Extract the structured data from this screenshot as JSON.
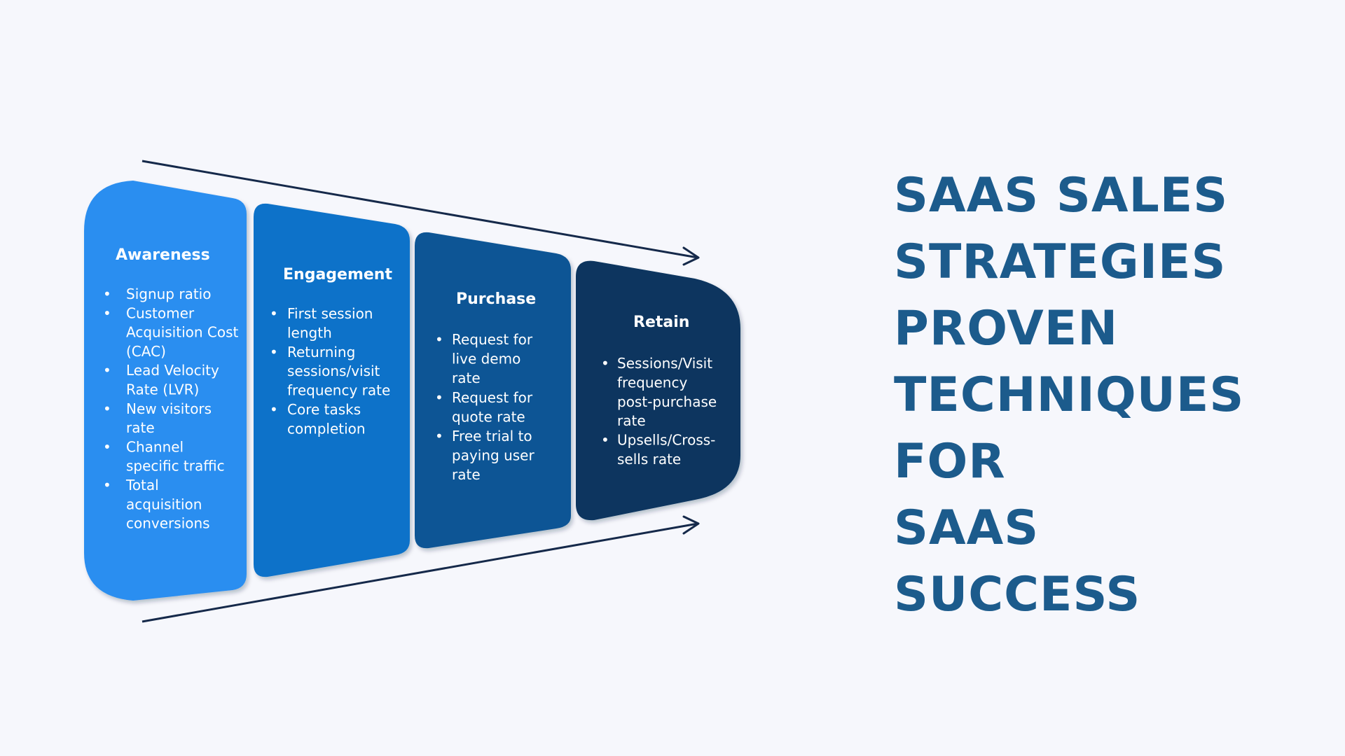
{
  "colors": {
    "background": "#f6f7fc",
    "heading": "#1c5b8c",
    "arrow": "#15294a",
    "text": "#ffffff"
  },
  "diagram": {
    "stages": [
      {
        "title": "Awareness",
        "color": "#2c8ef0",
        "items": [
          [
            "Signup ratio"
          ],
          [
            "Customer",
            "Acquisition Cost",
            "(CAC)"
          ],
          [
            "Lead Velocity",
            "Rate (LVR)"
          ],
          [
            "New visitors",
            "rate"
          ],
          [
            "Channel",
            "specific traffic"
          ],
          [
            "Total",
            "acquisition",
            "conversions"
          ]
        ]
      },
      {
        "title": "Engagement",
        "color": "#0e72c9",
        "items": [
          [
            "First session",
            "length"
          ],
          [
            "Returning",
            "sessions/visit",
            "frequency rate"
          ],
          [
            "Core tasks",
            "completion"
          ]
        ]
      },
      {
        "title": "Purchase",
        "color": "#0a5595",
        "items": [
          [
            "Request for",
            "live demo",
            "rate"
          ],
          [
            "Request for",
            "quote rate"
          ],
          [
            "Free trial to",
            "paying user",
            "rate"
          ]
        ]
      },
      {
        "title": "Retain",
        "color": "#07345f",
        "items": [
          [
            "Sessions/Visit",
            "frequency",
            "post-purchase",
            "rate"
          ],
          [
            "Upsells/Cross-",
            "sells rate"
          ]
        ]
      }
    ]
  },
  "heading": {
    "lines": [
      "SAAS SALES",
      "STRATEGIES",
      "PROVEN",
      "TECHNIQUES",
      "FOR",
      "SAAS",
      "SUCCESS"
    ]
  }
}
